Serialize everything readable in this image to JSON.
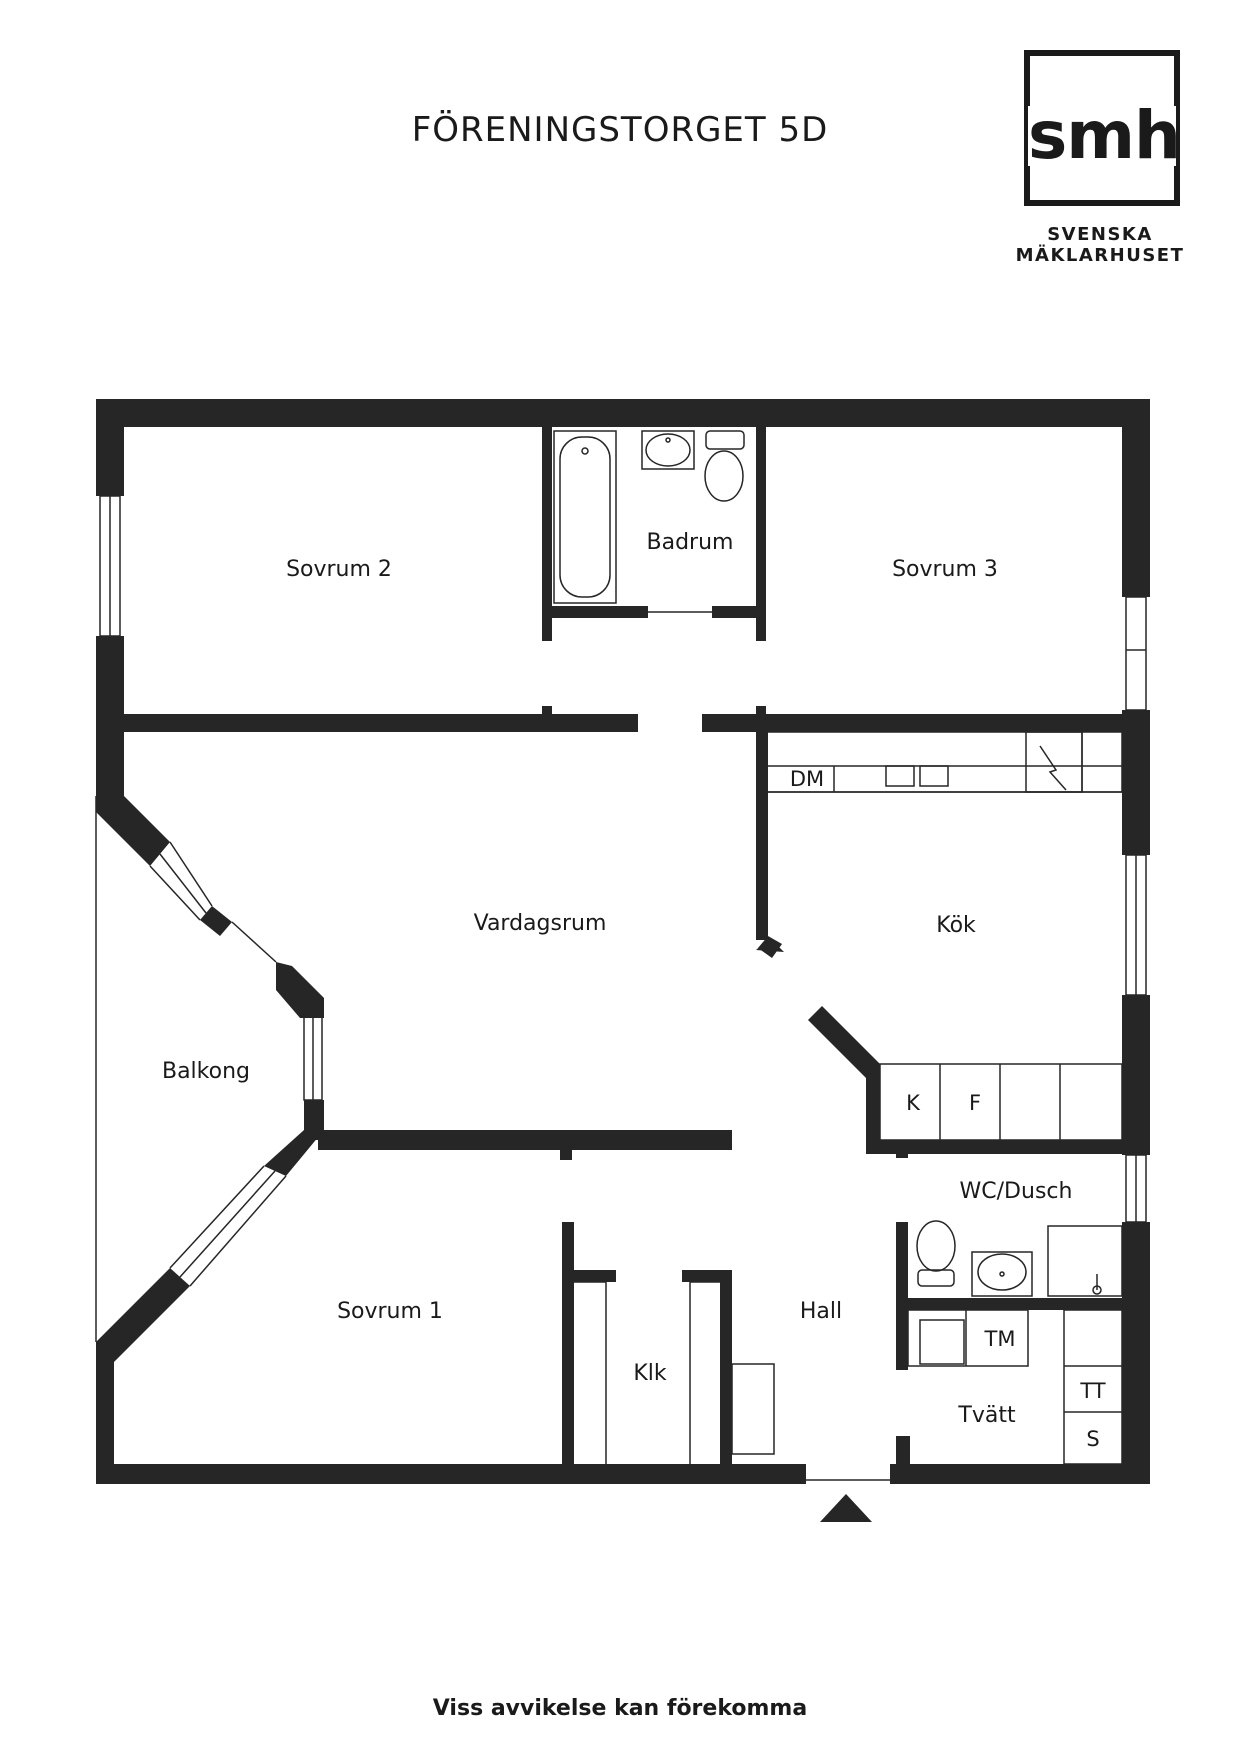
{
  "title": "FÖRENINGSTORGET 5D",
  "logo": {
    "mark": "smh",
    "line1": "SVENSKA",
    "line2": "MÄKLARHUSET"
  },
  "rooms": {
    "sovrum2": "Sovrum 2",
    "badrum": "Badrum",
    "sovrum3": "Sovrum 3",
    "dm": "DM",
    "vardagsrum": "Vardagsrum",
    "kok": "Kök",
    "balkong": "Balkong",
    "k": "K",
    "f": "F",
    "wc_dusch": "WC/Dusch",
    "sovrum1": "Sovrum 1",
    "hall": "Hall",
    "tm": "TM",
    "klk": "Klk",
    "tt": "TT",
    "tvatt": "Tvätt",
    "s": "S"
  },
  "footer": "Viss avvikelse kan förekomma"
}
